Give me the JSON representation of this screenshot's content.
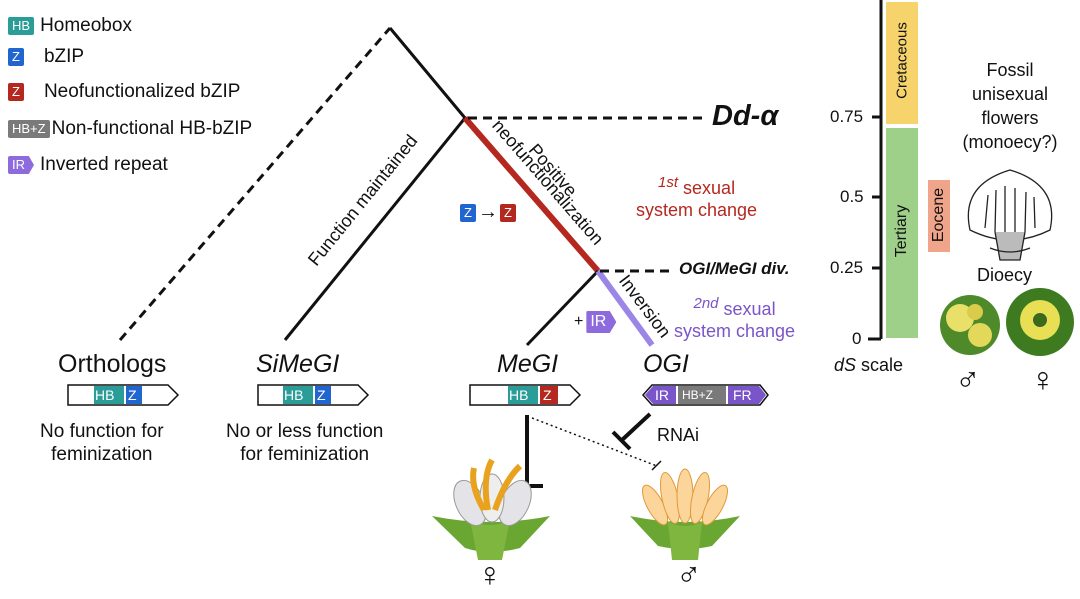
{
  "legend": {
    "items": [
      {
        "chip": "HB",
        "label": "Homeobox",
        "color": "#2a9d99"
      },
      {
        "chip": "Z",
        "label": "bZIP",
        "color": "#2166d0"
      },
      {
        "chip": "Z",
        "label": "Neofunctionalized bZIP",
        "color": "#b5281f"
      },
      {
        "chip": "HB+Z",
        "label": "Non-functional HB-bZIP",
        "color": "#7a7a7a"
      },
      {
        "chip": "IR",
        "label": "Inverted repeat",
        "color": "#8e6bdc"
      }
    ]
  },
  "events": {
    "dd_alpha": "Dd-α",
    "ogi_megi_div": "OGI/MeGI div."
  },
  "branches": {
    "function_maintained": "Function maintained",
    "positive": "Positive",
    "neofunctionalization": "neofunctionalization",
    "inversion": "Inversion",
    "z_from": "Z",
    "z_to": "Z",
    "ir_chip": "IR",
    "plus": "+"
  },
  "sexual_changes": {
    "first_sup": "1st",
    "first_line1": "sexual",
    "first_line2": "system change",
    "second_sup": "2nd",
    "second_line1": "sexual",
    "second_line2": "system change"
  },
  "leaves": {
    "orthologs": {
      "name": "Orthologs",
      "note1": "No function for",
      "note2": "feminization"
    },
    "simegi": {
      "name": "SiMeGI",
      "note1": "No or less function",
      "note2": "for feminization"
    },
    "megi": {
      "name": "MeGI"
    },
    "ogi": {
      "name": "OGI"
    }
  },
  "genes": {
    "hb": "HB",
    "z": "Z",
    "ir": "IR",
    "hbz": "HB+Z",
    "fr": "FR"
  },
  "rnai": "RNAi",
  "symbols": {
    "female": "♀",
    "male": "♂"
  },
  "timescale": {
    "ticks": [
      "0.75",
      "0.5",
      "0.25",
      "0"
    ],
    "cretaceous": "Cretaceous",
    "tertiary": "Tertiary",
    "eocene": "Eocene",
    "axis_label_italic": "dS",
    "axis_label_rest": " scale",
    "colors": {
      "cretaceous": "#f6d46b",
      "tertiary": "#9ed08a",
      "eocene": "#f0a58a"
    }
  },
  "fossil": {
    "line1": "Fossil",
    "line2": "unisexual",
    "line3": "flowers",
    "line4": "(monoecy?)"
  },
  "dioecy": "Dioecy"
}
